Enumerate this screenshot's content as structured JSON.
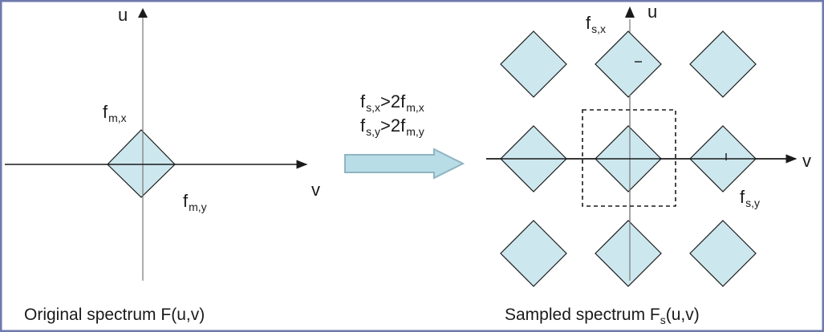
{
  "colors": {
    "frame": "#6f79ad",
    "diamond_fill": "#cde7ee",
    "arrow_fill": "#b9dde6",
    "arrow_stroke": "#8fb4c2",
    "line": "#1a1a1a"
  },
  "left_panel": {
    "u_label": "u",
    "v_label": "v",
    "fmx_main": "f",
    "fmx_sub": "m,x",
    "fmy_main": "f",
    "fmy_sub": "m,y",
    "caption": "Original spectrum F(u,v)"
  },
  "arrow": {
    "cond1_f": "f",
    "cond1_sub": "s,x",
    "cond1_rel": ">2f",
    "cond1_sub2": "m,x",
    "cond2_f": "f",
    "cond2_sub": "s,y",
    "cond2_rel": ">2f",
    "cond2_sub2": "m,y"
  },
  "right_panel": {
    "u_label": "u",
    "v_label": "v",
    "fsx_main": "f",
    "fsx_sub": "s,x",
    "fsy_main": "f",
    "fsy_sub": "s,y",
    "caption_main": "Sampled spectrum F",
    "caption_sub": "s",
    "caption_tail": "(u,v)",
    "grid_rows": 3,
    "grid_cols": 3
  }
}
